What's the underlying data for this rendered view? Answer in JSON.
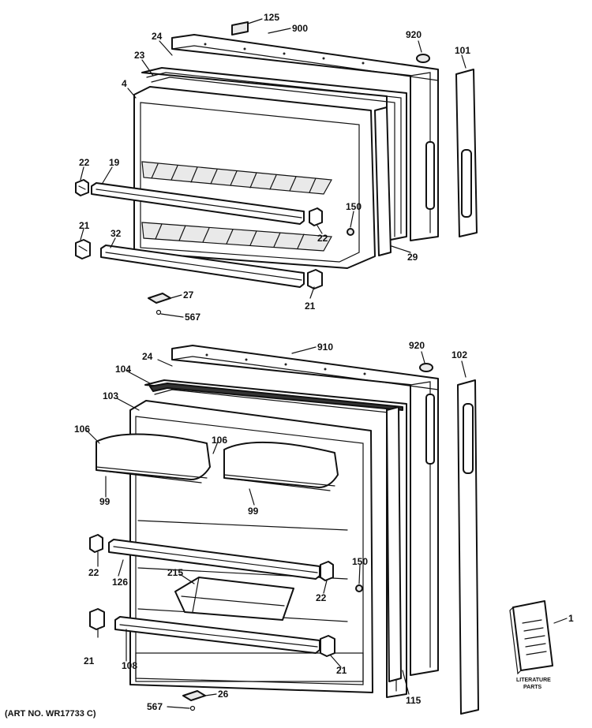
{
  "labels": {
    "top": {
      "p125": "125",
      "p900": "900",
      "p920": "920",
      "p101": "101",
      "p24": "24",
      "p23": "23",
      "p4": "4",
      "p22a": "22",
      "p19": "19",
      "p150": "150",
      "p22b": "22",
      "p29": "29",
      "p21a": "21",
      "p32": "32",
      "p21b": "21",
      "p27": "27",
      "p567": "567"
    },
    "bottom": {
      "p910": "910",
      "p920": "920",
      "p102": "102",
      "p24": "24",
      "p104": "104",
      "p103": "103",
      "p106a": "106",
      "p106b": "106",
      "p99a": "99",
      "p99b": "99",
      "p22a": "22",
      "p126": "126",
      "p215": "215",
      "p150": "150",
      "p22b": "22",
      "p21a": "21",
      "p108": "108",
      "p21b": "21",
      "p115": "115",
      "p1": "1",
      "p567": "567",
      "p26": "26"
    },
    "literature": [
      "LITERATURE",
      "PARTS"
    ],
    "art_no": "(ART NO. WR17733 C)"
  },
  "colors": {
    "line": "#111111",
    "background": "#ffffff"
  }
}
